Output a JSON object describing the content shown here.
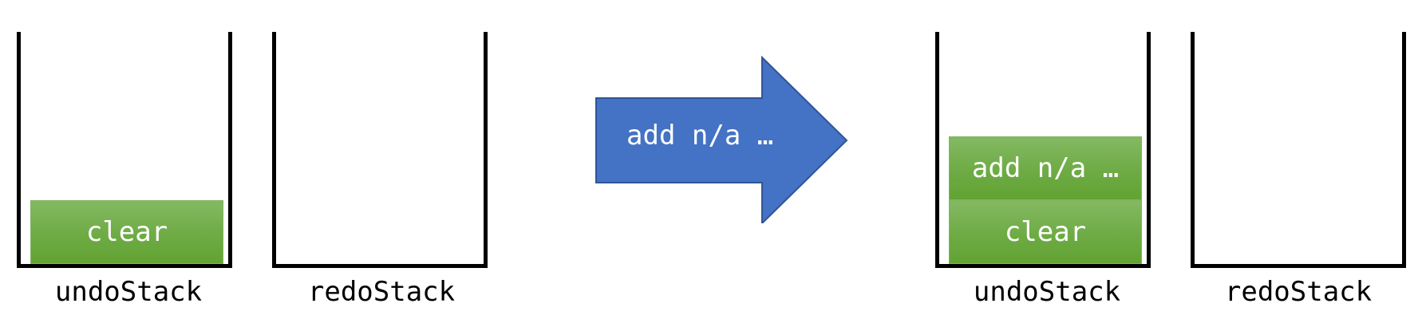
{
  "colors": {
    "block_green": "#70ad47",
    "arrow_blue": "#4472c4",
    "outline": "#000000",
    "text_light": "#ffffff"
  },
  "before": {
    "undo": {
      "label": "undoStack",
      "items": [
        "clear"
      ]
    },
    "redo": {
      "label": "redoStack",
      "items": []
    }
  },
  "arrow": {
    "label": "add n/a …"
  },
  "after": {
    "undo": {
      "label": "undoStack",
      "items": [
        "add n/a …",
        "clear"
      ]
    },
    "redo": {
      "label": "redoStack",
      "items": []
    }
  }
}
